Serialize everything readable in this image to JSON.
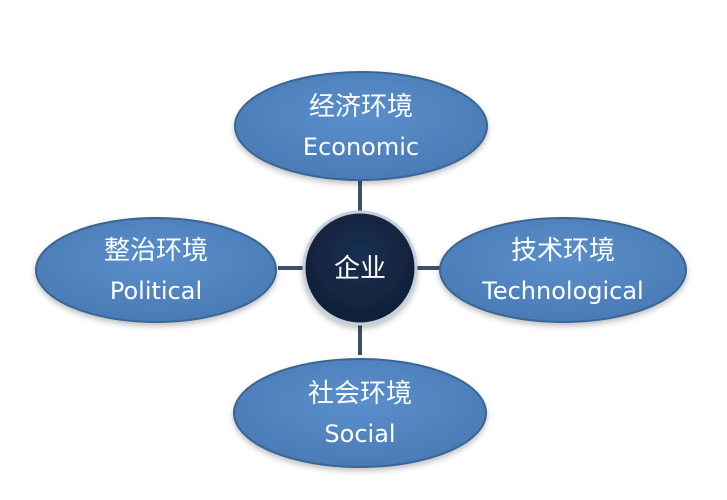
{
  "diagram": {
    "center": {
      "label": "企业"
    },
    "nodes": {
      "economic": {
        "cn": "经济环境",
        "en": "Economic"
      },
      "political": {
        "cn": "整治环境",
        "en": "Political"
      },
      "technological": {
        "cn": "技术环境",
        "en": "Technological"
      },
      "social": {
        "cn": "社会环境",
        "en": "Social"
      }
    },
    "colors": {
      "ellipse_fill": "#4f81bd",
      "ellipse_stroke": "#3a6593",
      "center_fill": "#13253f",
      "center_stroke": "#c6cfdb",
      "connector": "#3d4f69",
      "text": "#ffffff"
    }
  }
}
